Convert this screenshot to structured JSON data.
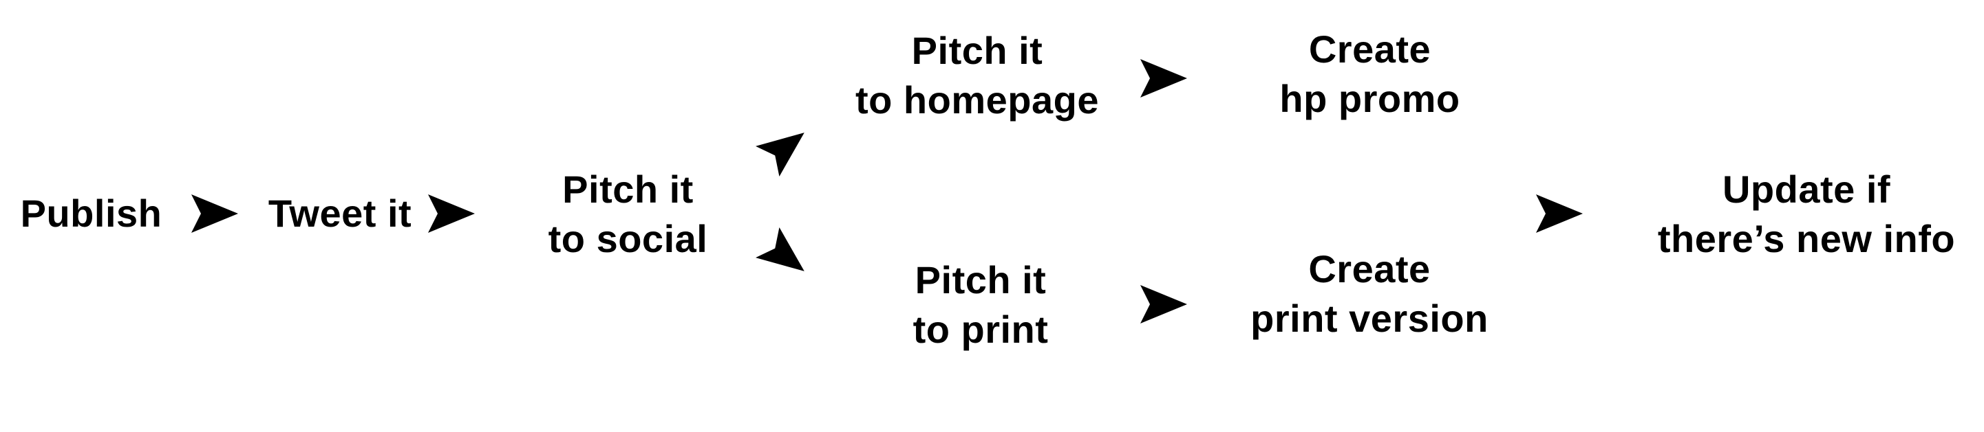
{
  "diagram": {
    "accent": "#000000",
    "background": "#ffffff",
    "nodes": {
      "publish": "Publish",
      "tweet": "Tweet it",
      "pitch_social": [
        "Pitch it",
        "to social"
      ],
      "pitch_homepage": [
        "Pitch it",
        "to homepage"
      ],
      "create_hp_promo": [
        "Create",
        "hp promo"
      ],
      "pitch_print": [
        "Pitch it",
        "to print"
      ],
      "create_print_version": [
        "Create",
        "print version"
      ],
      "update": [
        "Update if",
        "there’s new info"
      ]
    },
    "arrow_icon": "arrowhead-icon"
  }
}
